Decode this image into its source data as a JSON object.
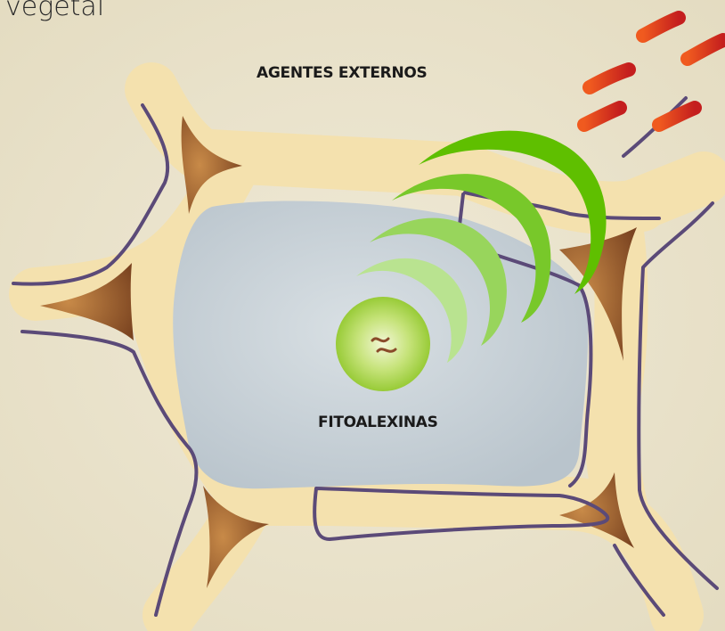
{
  "title": "vegetal",
  "labels": {
    "external_agents": "AGENTES EXTERNOS",
    "phytoalexins": "FITOALEXINAS"
  },
  "colors": {
    "background": "#ece5cf",
    "cell_wall": "#f3e2b2",
    "membrane": "#5b4a78",
    "vacuole": "#cdd6dd",
    "junction": "#8a5326",
    "nucleus": "#a9d64b",
    "signal_wave": "#5fbf00",
    "pathogen": "#d32b1e"
  }
}
